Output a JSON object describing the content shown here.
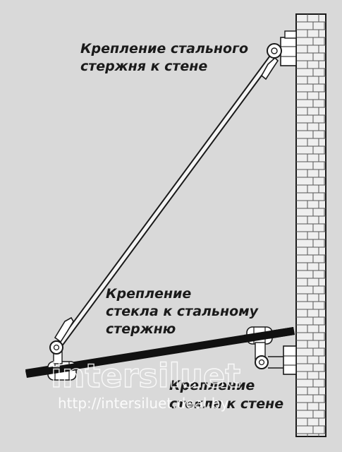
{
  "labels": {
    "top_line1": "Крепление стального",
    "top_line2": "стержня к стене",
    "mid_line1": "Крепление",
    "mid_line2": "стекла к стальному",
    "mid_line3": "стержню",
    "bottom_line1": "Крепление",
    "bottom_line2": "стекла к стене"
  },
  "watermark": {
    "brand": "intersiluet",
    "url": "http://intersiluet.deal.by"
  },
  "colors": {
    "background": "#d9d9d9",
    "wall_fill": "#efefef",
    "outline": "#1a1a1a",
    "glass": "#111111"
  }
}
